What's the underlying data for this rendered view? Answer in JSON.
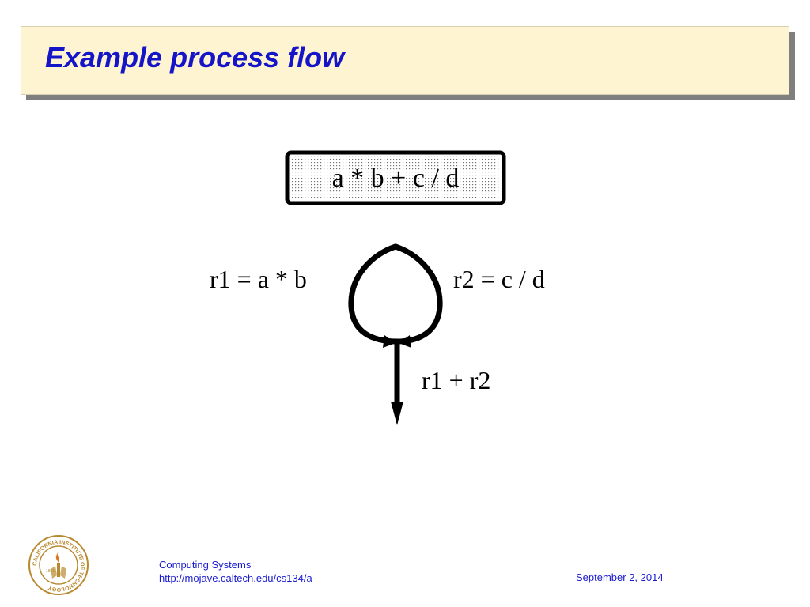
{
  "slide": {
    "title": "Example process flow"
  },
  "diagram": {
    "expression": "a * b + c / d",
    "left_branch": "r1 = a * b",
    "right_branch": "r2 = c / d",
    "join": "r1 + r2"
  },
  "footer": {
    "course": "Computing Systems",
    "url": "http://mojave.caltech.edu/cs134/a",
    "date": "September 2, 2014"
  },
  "logo": {
    "name": "caltech-seal",
    "ring_text": "CALIFORNIA INSTITUTE OF TECHNOLOGY",
    "year": "1891"
  },
  "colors": {
    "title": "#1414c8",
    "title_background": "#fff4d1",
    "footer_text": "#1a1ad2",
    "logo": "#b8892f"
  }
}
